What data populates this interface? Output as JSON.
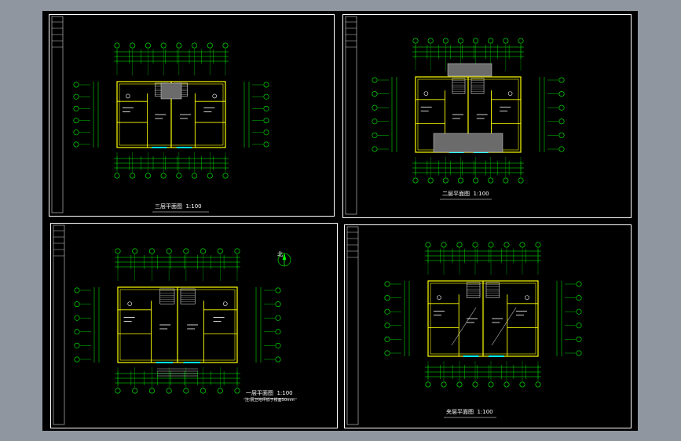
{
  "drawing": {
    "background_color": "#000000",
    "outer_color": "#8f96a0",
    "line_colors": {
      "grid": "#00ff00",
      "wall": "#ffff00",
      "text": "#ffffff",
      "accent": "#00ffff",
      "dim": "#00ff00"
    }
  },
  "sheets": [
    {
      "id": "third-floor-plan",
      "title": "三层平面图",
      "scale": "1:100"
    },
    {
      "id": "second-floor-plan",
      "title": "二层平面图",
      "scale": "1:100"
    },
    {
      "id": "first-floor-plan",
      "title": "一层平面图",
      "scale": "1:100",
      "note": "注:厨卫地坪低于楼面50mm",
      "north": "北"
    },
    {
      "id": "roof-floor-plan",
      "title": "夹层平面图",
      "scale": "1:100"
    }
  ]
}
